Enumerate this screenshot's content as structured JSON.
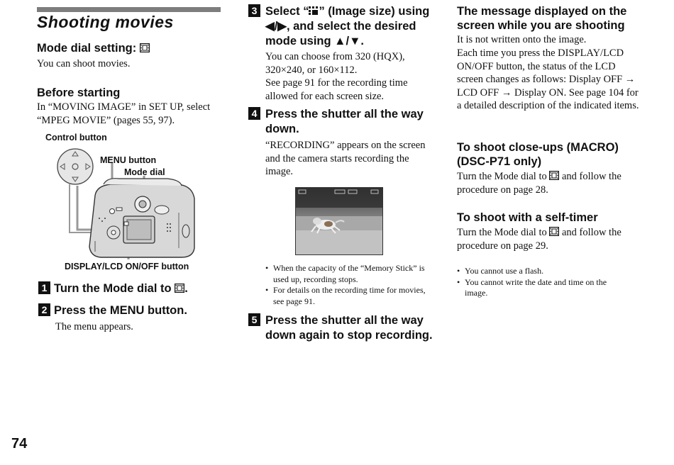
{
  "page_number": "74",
  "title": "Shooting movies",
  "col1": {
    "mode_dial_heading": "Mode dial setting:",
    "mode_dial_text": "You can shoot movies.",
    "before_heading": "Before starting",
    "before_text": "In “MOVING IMAGE” in SET UP, select “MPEG MOVIE” (pages 55, 97).",
    "diagram": {
      "control_button": "Control button",
      "menu_button": "MENU button",
      "mode_dial": "Mode dial",
      "display_button": "DISPLAY/LCD ON/OFF button"
    },
    "step1": {
      "num": "1",
      "text": "Turn the Mode dial to",
      "suffix": "."
    },
    "step2": {
      "num": "2",
      "text": "Press the MENU button.",
      "body": "The menu appears."
    }
  },
  "col2": {
    "step3": {
      "num": "3",
      "text_prefix": "Select “",
      "text_suffix": "” (Image size) using ◀/▶, and select the desired mode using ▲/▼.",
      "body": "You can choose from 320 (HQX), 320×240, or 160×112.",
      "body2": "See page 91 for the recording time allowed for each screen size."
    },
    "step4": {
      "num": "4",
      "text": "Press the shutter all the way down.",
      "body": "“RECORDING” appears on the screen and the camera starts recording the image."
    },
    "notes": [
      "When the capacity of the “Memory Stick” is used up, recording stops.",
      "For details on the recording time for movies, see page 91."
    ],
    "step5": {
      "num": "5",
      "text": "Press the shutter all the way down again to stop recording."
    }
  },
  "col3": {
    "msg_heading": "The message displayed on the screen while you are shooting",
    "msg_text1": "It is not written onto the image.",
    "msg_text2": "Each time you press the DISPLAY/LCD ON/OFF button, the status of the LCD screen changes as follows: Display OFF → LCD OFF → Display ON. See page 104 for a detailed description of the indicated items.",
    "macro_heading": "To shoot close-ups (MACRO) (DSC-P71 only)",
    "macro_text_prefix": "Turn the Mode dial to",
    "macro_text_suffix": " and follow the procedure on page 28.",
    "timer_heading": "To shoot with a self-timer",
    "timer_text_prefix": "Turn the Mode dial to",
    "timer_text_suffix": " and follow the procedure on page 29.",
    "notes": [
      "You cannot use a flash.",
      "You cannot write the date and time on the image."
    ]
  }
}
